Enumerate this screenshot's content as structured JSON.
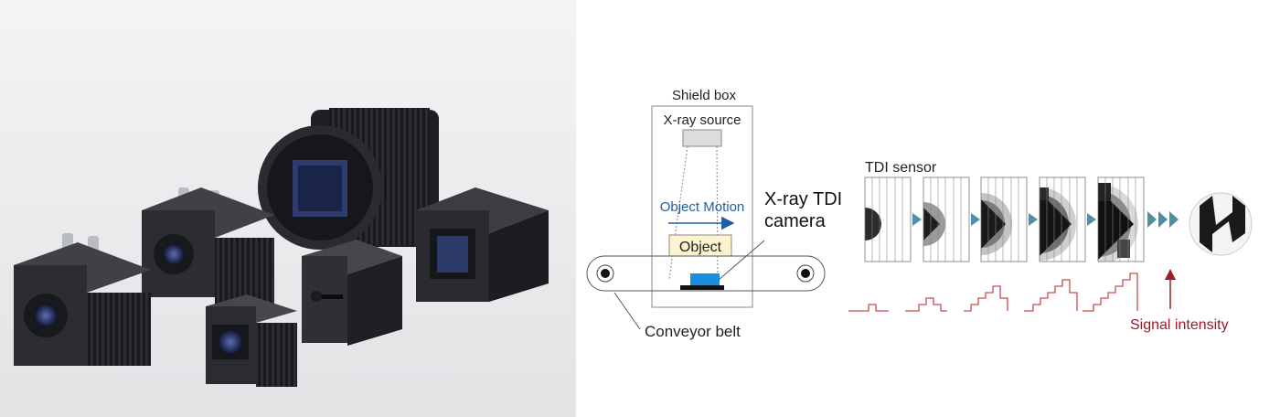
{
  "diagram": {
    "shield_box_label": "Shield box",
    "xray_source_label": "X-ray source",
    "object_motion_label": "Object Motion",
    "object_label": "Object",
    "camera_label_line1": "X-ray TDI",
    "camera_label_line2": "camera",
    "conveyor_label": "Conveyor belt",
    "tdi_sensor_label": "TDI sensor",
    "signal_label": "Signal intensity"
  },
  "colors": {
    "motion_arrow": "#1f5fa8",
    "camera_body": "#1a8fe0",
    "object_fill": "#fdf3cf",
    "stage_arrow": "#4f8fa6",
    "signal_step": "#cc4a55",
    "signal_label": "#a01826"
  }
}
